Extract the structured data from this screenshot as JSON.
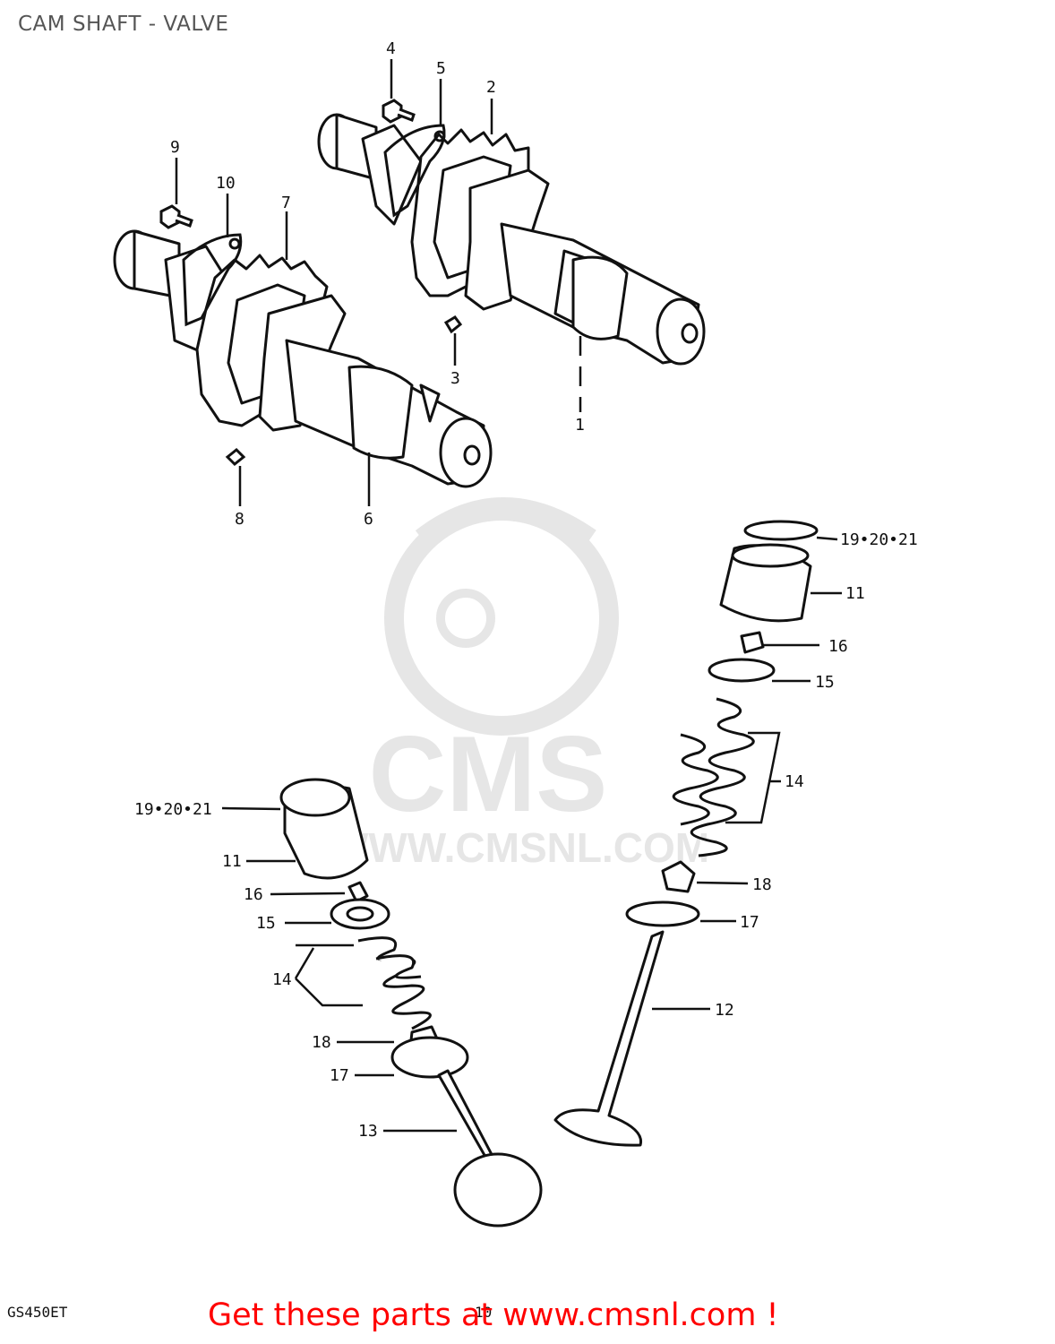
{
  "header": {
    "title": "CAM SHAFT - VALVE"
  },
  "watermark": {
    "brand": "CMS",
    "url": "WWW.CMSNL.COM"
  },
  "callouts": {
    "c1": "1",
    "c2": "2",
    "c3": "3",
    "c4": "4",
    "c5": "5",
    "c6": "6",
    "c7": "7",
    "c8": "8",
    "c9": "9",
    "c10": "10",
    "c11_right": "11",
    "c11_left": "11",
    "c12": "12",
    "c13": "13",
    "c14_right": "14",
    "c14_left": "14",
    "c15_right": "15",
    "c15_left": "15",
    "c16_right": "16",
    "c16_left": "16",
    "c17_right": "17",
    "c17_left": "17",
    "c18_right": "18",
    "c18_left": "18",
    "c19_right": "19•20•21",
    "c19_left": "19•20•21"
  },
  "footer": {
    "model": "GS450ET",
    "page": "10",
    "cta": "Get these parts at www.cmsnl.com !"
  },
  "colors": {
    "cta": "#ff0000",
    "line": "#111111",
    "watermark": "#e6e6e6"
  }
}
